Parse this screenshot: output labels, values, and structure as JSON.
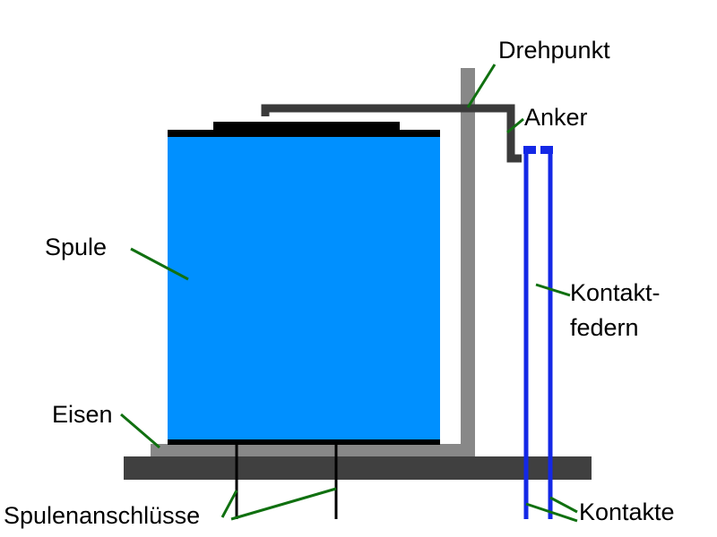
{
  "labels": {
    "drehpunkt": "Drehpunkt",
    "anker": "Anker",
    "spule": "Spule",
    "kontaktfedern_line1": "Kontakt-",
    "kontaktfedern_line2": "federn",
    "eisen": "Eisen",
    "spulenanschluesse": "Spulenanschlüsse",
    "kontakte": "Kontakte"
  },
  "colors": {
    "coil": "#0090ff",
    "iron": "#888888",
    "base": "#404040",
    "armature": "#3a3a3a",
    "spring": "#1428e6",
    "leader": "#107010",
    "black": "#000000"
  }
}
